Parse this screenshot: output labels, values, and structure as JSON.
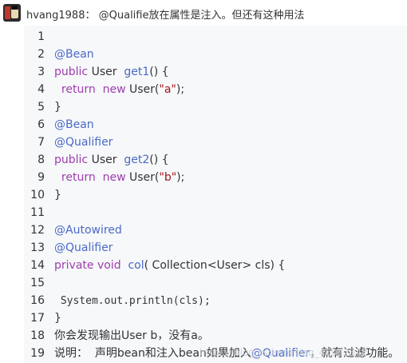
{
  "header": {
    "username": "hvang1988：",
    "comment": "@Qualifie放在属性是注入。但还有这种用法"
  },
  "code": {
    "lines": [
      {
        "n": "1"
      },
      {
        "n": "2",
        "a": "@Bean"
      },
      {
        "n": "3",
        "k": "public",
        "t": " User  ",
        "f": "get1",
        "r": "() {"
      },
      {
        "n": "4",
        "k": "  return",
        "t": "  ",
        "k2": "new",
        "t2": " User(",
        "s": "\"a\"",
        "r": ");"
      },
      {
        "n": "5",
        "r": "}"
      },
      {
        "n": "6",
        "a": "@Bean"
      },
      {
        "n": "7",
        "a": "@Qualifier"
      },
      {
        "n": "8",
        "k": "public",
        "t": " User  ",
        "f": "get2",
        "r": "() {"
      },
      {
        "n": "9",
        "k": "  return",
        "t": "  ",
        "k2": "new",
        "t2": " User(",
        "s": "\"b\"",
        "r": ");"
      },
      {
        "n": "10",
        "r": "}"
      },
      {
        "n": "11"
      },
      {
        "n": "12",
        "a": "@Autowired"
      },
      {
        "n": "13",
        "a": "@Qualifier"
      },
      {
        "n": "14",
        "k": "private void",
        "t": "  ",
        "f": "col",
        "r": "( Collection<User> cls) {"
      },
      {
        "n": "15"
      },
      {
        "n": "16",
        "m": " System.out.println(cls);"
      },
      {
        "n": "17",
        "r": "}"
      },
      {
        "n": "18",
        "r": "你会发现输出User b，没有a。"
      },
      {
        "n": "19",
        "t": "说明：  声明bean和注入bean如果加入",
        "a2": "@Qualifier",
        "r": "，就有过滤功能。"
      }
    ]
  },
  "watermark": "https://blog.csdn.net/qq_41942542"
}
